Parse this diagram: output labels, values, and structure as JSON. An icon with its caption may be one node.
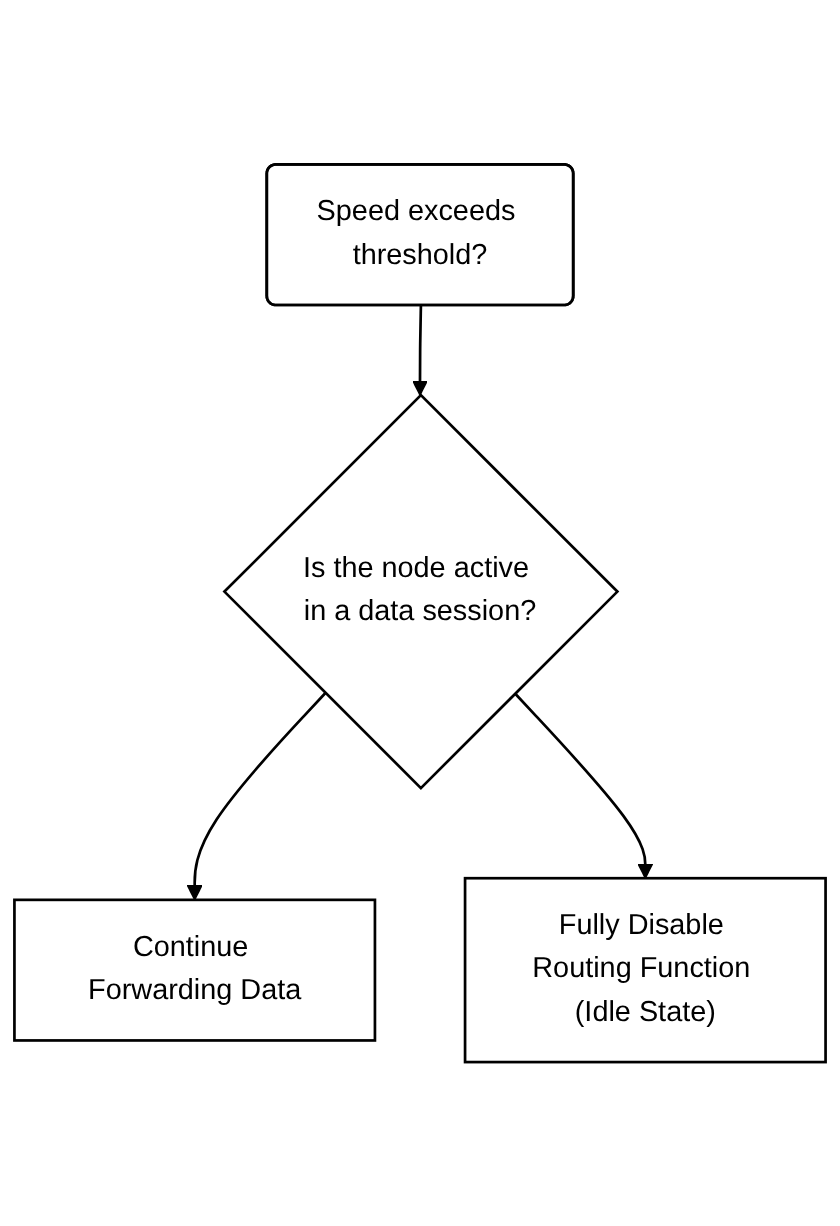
{
  "diagram": {
    "nodes": [
      {
        "text": [
          "Speed exceeds threshold?"
        ]
      },
      {
        "text": [
          "Is the node active in a data session?"
        ]
      },
      {
        "text": [
          "Continue Forwarding Data"
        ]
      },
      {
        "text": [
          "Fully Disable Routing Function (Idle State)"
        ]
      }
    ],
    "edges": [
      {
        "from": 0,
        "to": 1,
        "arrow": "to"
      },
      {
        "from": 1,
        "to": 2,
        "arrow": "to"
      },
      {
        "from": 1,
        "to": 3,
        "arrow": "to"
      }
    ]
  }
}
